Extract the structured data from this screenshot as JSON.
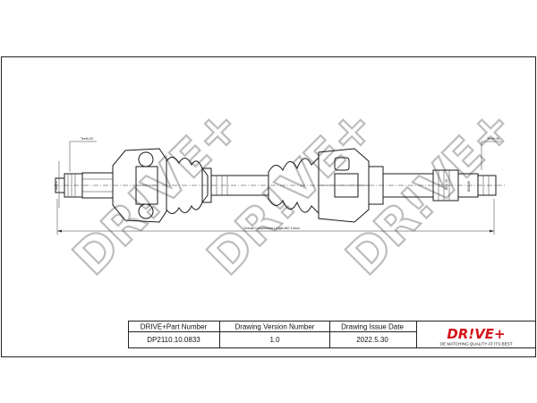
{
  "drawing": {
    "teeth_left": "Teeth:20",
    "teeth_right": "Teeth:26",
    "diameter_left": "Ø29.1",
    "diameter_right": "Ø31.40",
    "diameter_rod": "Ø38.85",
    "overall_length": "Overall Compressed Length:857.14mm"
  },
  "watermark": {
    "text": "DR!VE+"
  },
  "title_block": {
    "header_part": "DRIVE+Part Number",
    "header_version": "Drawing Version Number",
    "header_date": "Drawing Issue Date",
    "part_number": "DP2110.10.0833",
    "version": "1.0",
    "issue_date": "2022.5.30"
  },
  "brand": {
    "logo_text": "DR!VE+",
    "tagline": "OE MATCHING QUALITY AT ITS BEST",
    "color": "#d4131b"
  }
}
